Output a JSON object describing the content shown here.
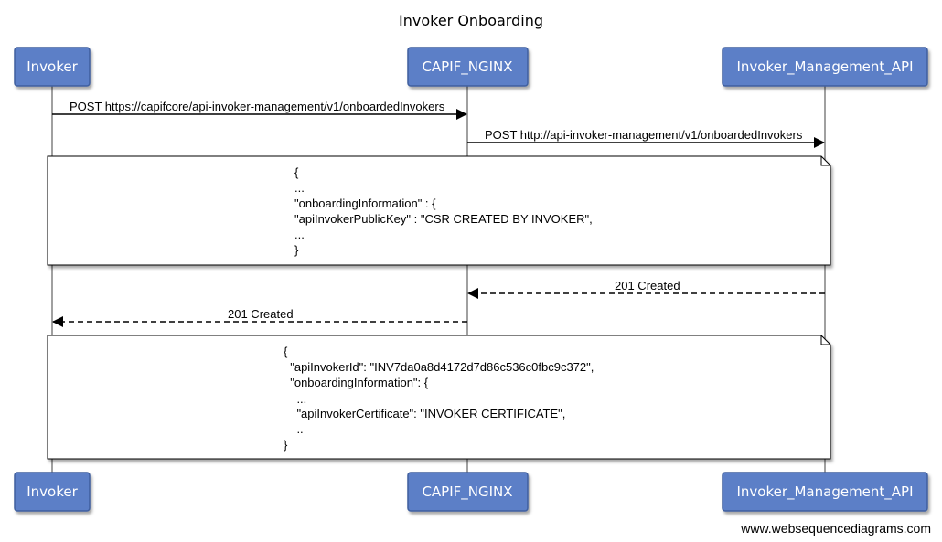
{
  "title": "Invoker Onboarding",
  "colors": {
    "actor_fill": "#5b7fc7",
    "actor_stroke": "#3f5f9e",
    "line": "#000000",
    "lifeline": "#808080",
    "note_fill": "#ffffff"
  },
  "actors": [
    {
      "id": "invoker",
      "label": "Invoker"
    },
    {
      "id": "nginx",
      "label": "CAPIF_NGINX"
    },
    {
      "id": "mgmt",
      "label": "Invoker_Management_API"
    }
  ],
  "messages": [
    {
      "from": "invoker",
      "to": "nginx",
      "label": "POST https://capifcore/api-invoker-management/v1/onboardedInvokers",
      "style": "solid"
    },
    {
      "from": "nginx",
      "to": "mgmt",
      "label": "POST http://api-invoker-management/v1/onboardedInvokers",
      "style": "solid"
    },
    {
      "from": "mgmt",
      "to": "nginx",
      "label": "201 Created",
      "style": "dashed"
    },
    {
      "from": "nginx",
      "to": "invoker",
      "label": "201 Created",
      "style": "dashed"
    }
  ],
  "notes": [
    {
      "lines": [
        "{",
        "...",
        "\"onboardingInformation\" : {",
        "\"apiInvokerPublicKey\" : \"CSR CREATED BY INVOKER\",",
        "...",
        "}"
      ]
    },
    {
      "lines": [
        "{",
        "  \"apiInvokerId\": \"INV7da0a8d4172d7d86c536c0fbc9c372\",",
        "  \"onboardingInformation\": {",
        "    ...",
        "    \"apiInvokerCertificate\": \"INVOKER CERTIFICATE\",",
        "    ..",
        "}"
      ]
    }
  ],
  "credit": "www.websequencediagrams.com"
}
